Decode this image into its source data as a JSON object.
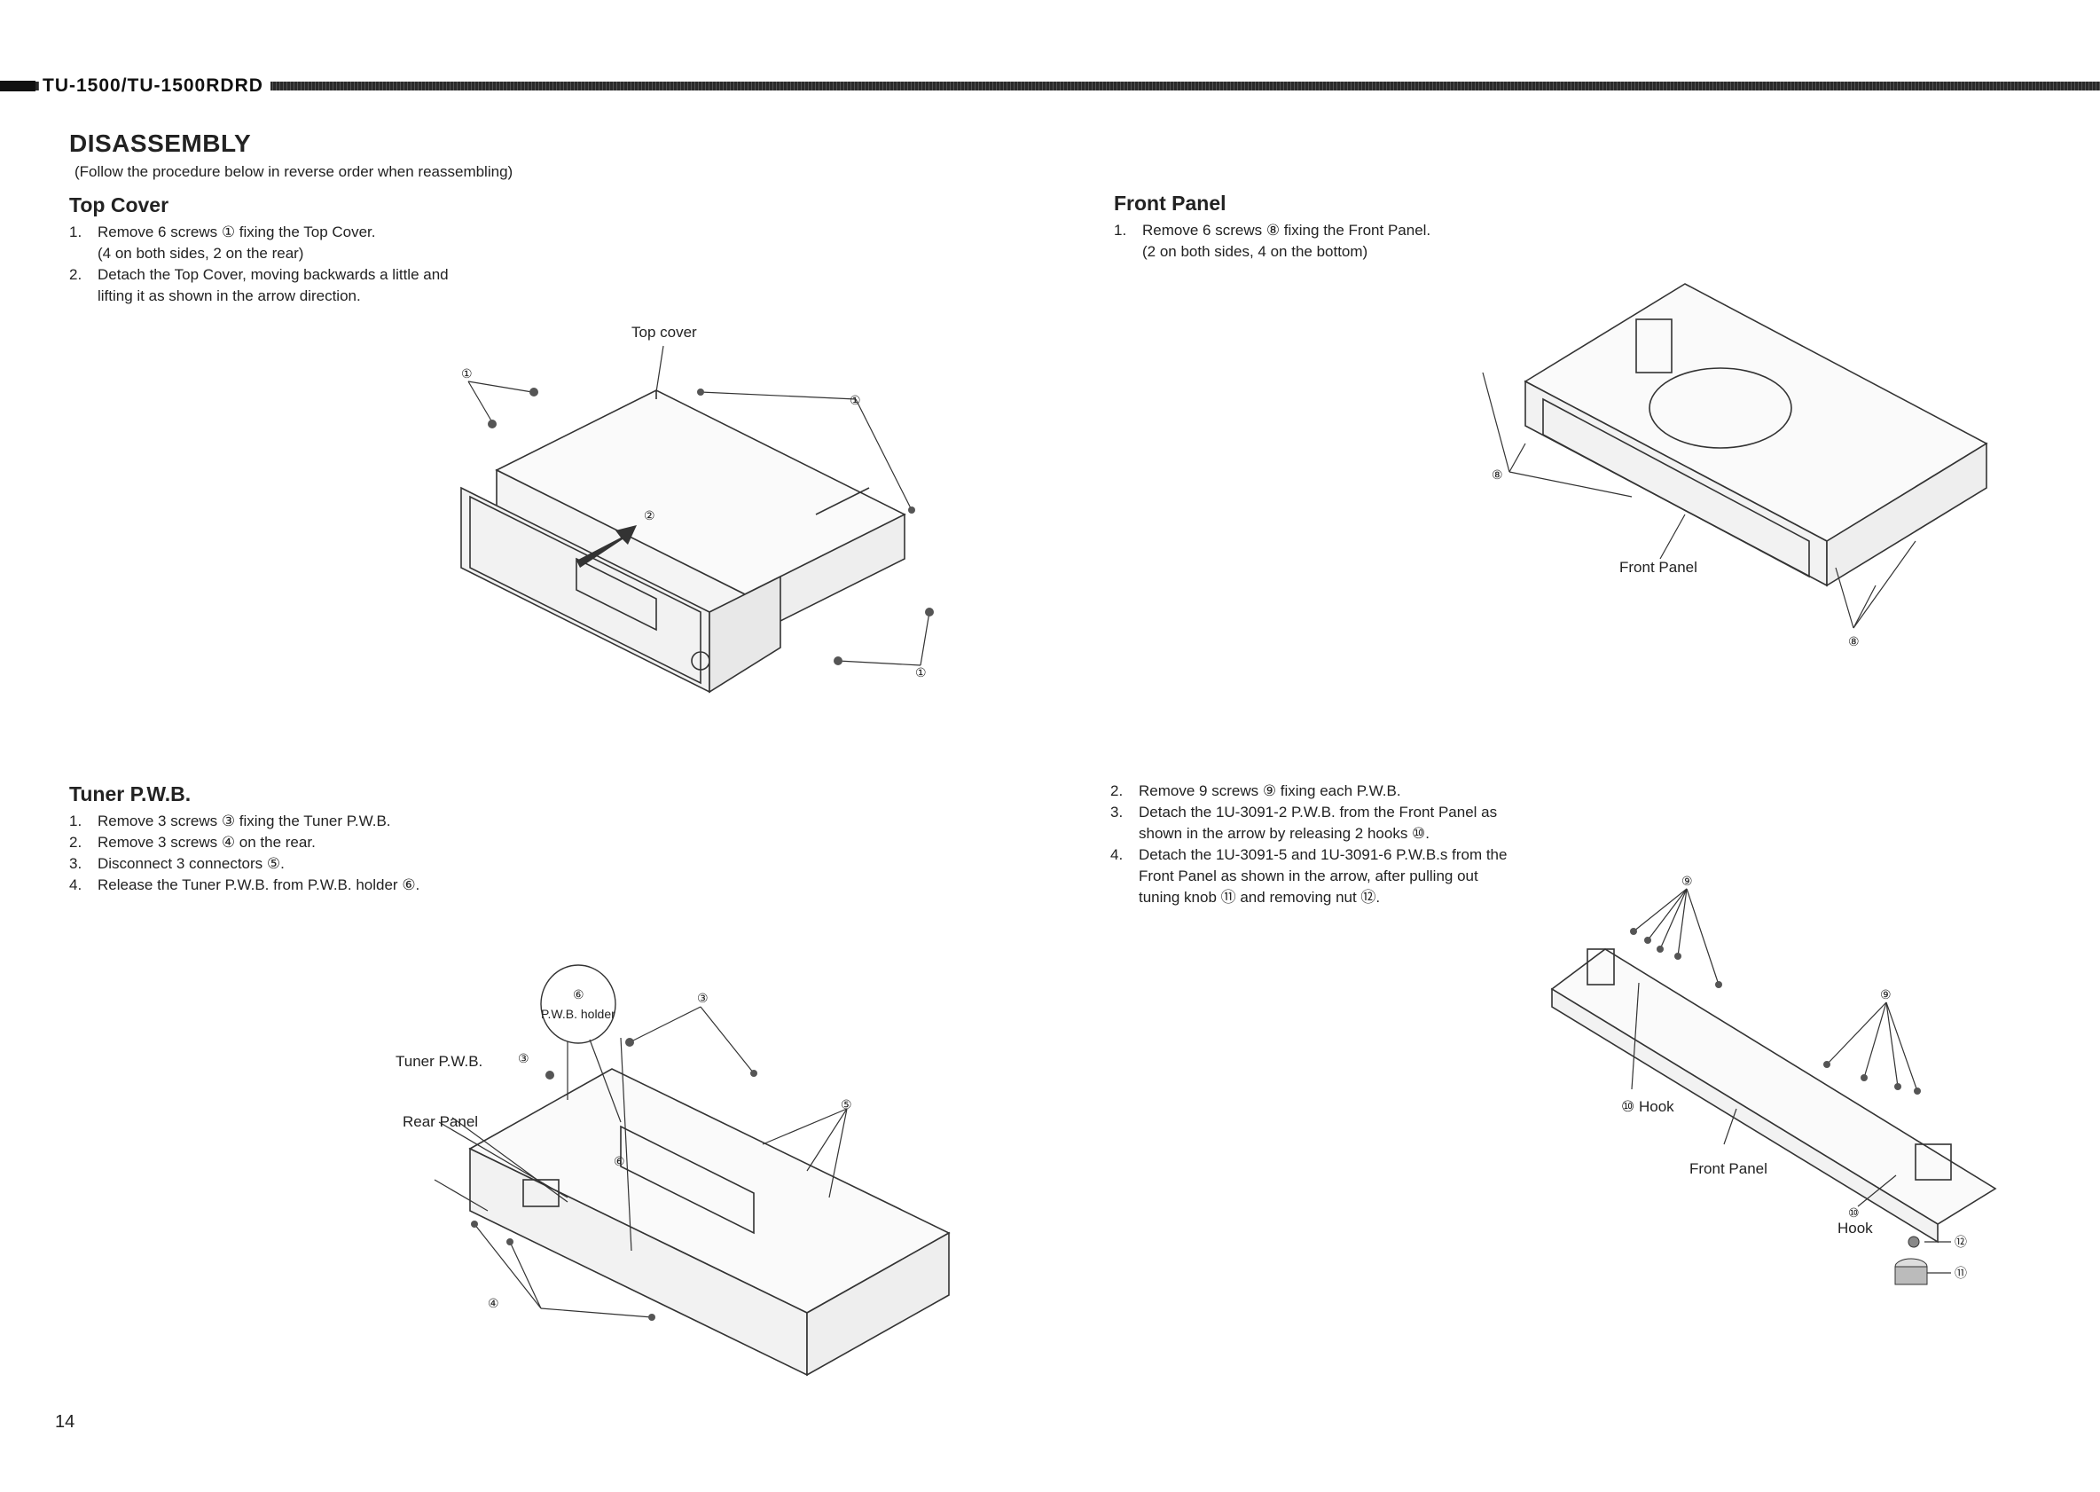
{
  "header": {
    "model": "TU-1500/TU-1500RDRD"
  },
  "title": "DISASSEMBLY",
  "subtitle": "(Follow the procedure below in reverse order when reassembling)",
  "sections": {
    "top_cover": {
      "heading": "Top Cover",
      "steps": [
        {
          "num": "1.",
          "text": "Remove 6 screws ① fixing the Top Cover.\n(4 on both sides, 2 on the rear)"
        },
        {
          "num": "2.",
          "text": "Detach the Top Cover, moving backwards a little and\nlifting it as shown in the arrow direction."
        }
      ],
      "figure_labels": {
        "top_cover": "Top cover",
        "screw": "①",
        "arrow": "②"
      }
    },
    "front_panel": {
      "heading": "Front Panel",
      "steps": [
        {
          "num": "1.",
          "text": "Remove 6 screws ⑧ fixing the Front Panel.\n(2 on both sides, 4 on the bottom)"
        }
      ],
      "figure_labels": {
        "front_panel": "Front Panel",
        "screw": "⑧"
      }
    },
    "tuner_pwb": {
      "heading": "Tuner P.W.B.",
      "steps": [
        {
          "num": "1.",
          "text": "Remove 3 screws ③ fixing the Tuner P.W.B."
        },
        {
          "num": "2.",
          "text": "Remove 3 screws ④ on the rear."
        },
        {
          "num": "3.",
          "text": "Disconnect 3 connectors ⑤."
        },
        {
          "num": "4.",
          "text": "Release the Tuner P.W.B. from P.W.B. holder ⑥."
        }
      ],
      "figure_labels": {
        "tuner_pwb": "Tuner P.W.B.",
        "rear_panel": "Rear Panel",
        "pwb_holder": "P.W.B. holder",
        "c3": "③",
        "c4": "④",
        "c5": "⑤",
        "c6": "⑥"
      }
    },
    "front_panel_pwb": {
      "steps": [
        {
          "num": "2.",
          "text": "Remove 9 screws ⑨ fixing each P.W.B."
        },
        {
          "num": "3.",
          "text": "Detach the 1U-3091-2 P.W.B. from the Front Panel as\nshown in the arrow by releasing 2 hooks ⑩."
        },
        {
          "num": "4.",
          "text": "Detach the 1U-3091-5 and 1U-3091-6 P.W.B.s from the\nFront Panel as shown in the arrow, after pulling out\ntuning knob ⑪ and removing nut ⑫."
        }
      ],
      "figure_labels": {
        "hook_a": "⑩ Hook",
        "hook": "Hook",
        "front_panel": "Front Panel",
        "c9": "⑨",
        "c10": "⑩",
        "c11": "⑪",
        "c12": "⑫"
      }
    }
  },
  "page_number": "14"
}
